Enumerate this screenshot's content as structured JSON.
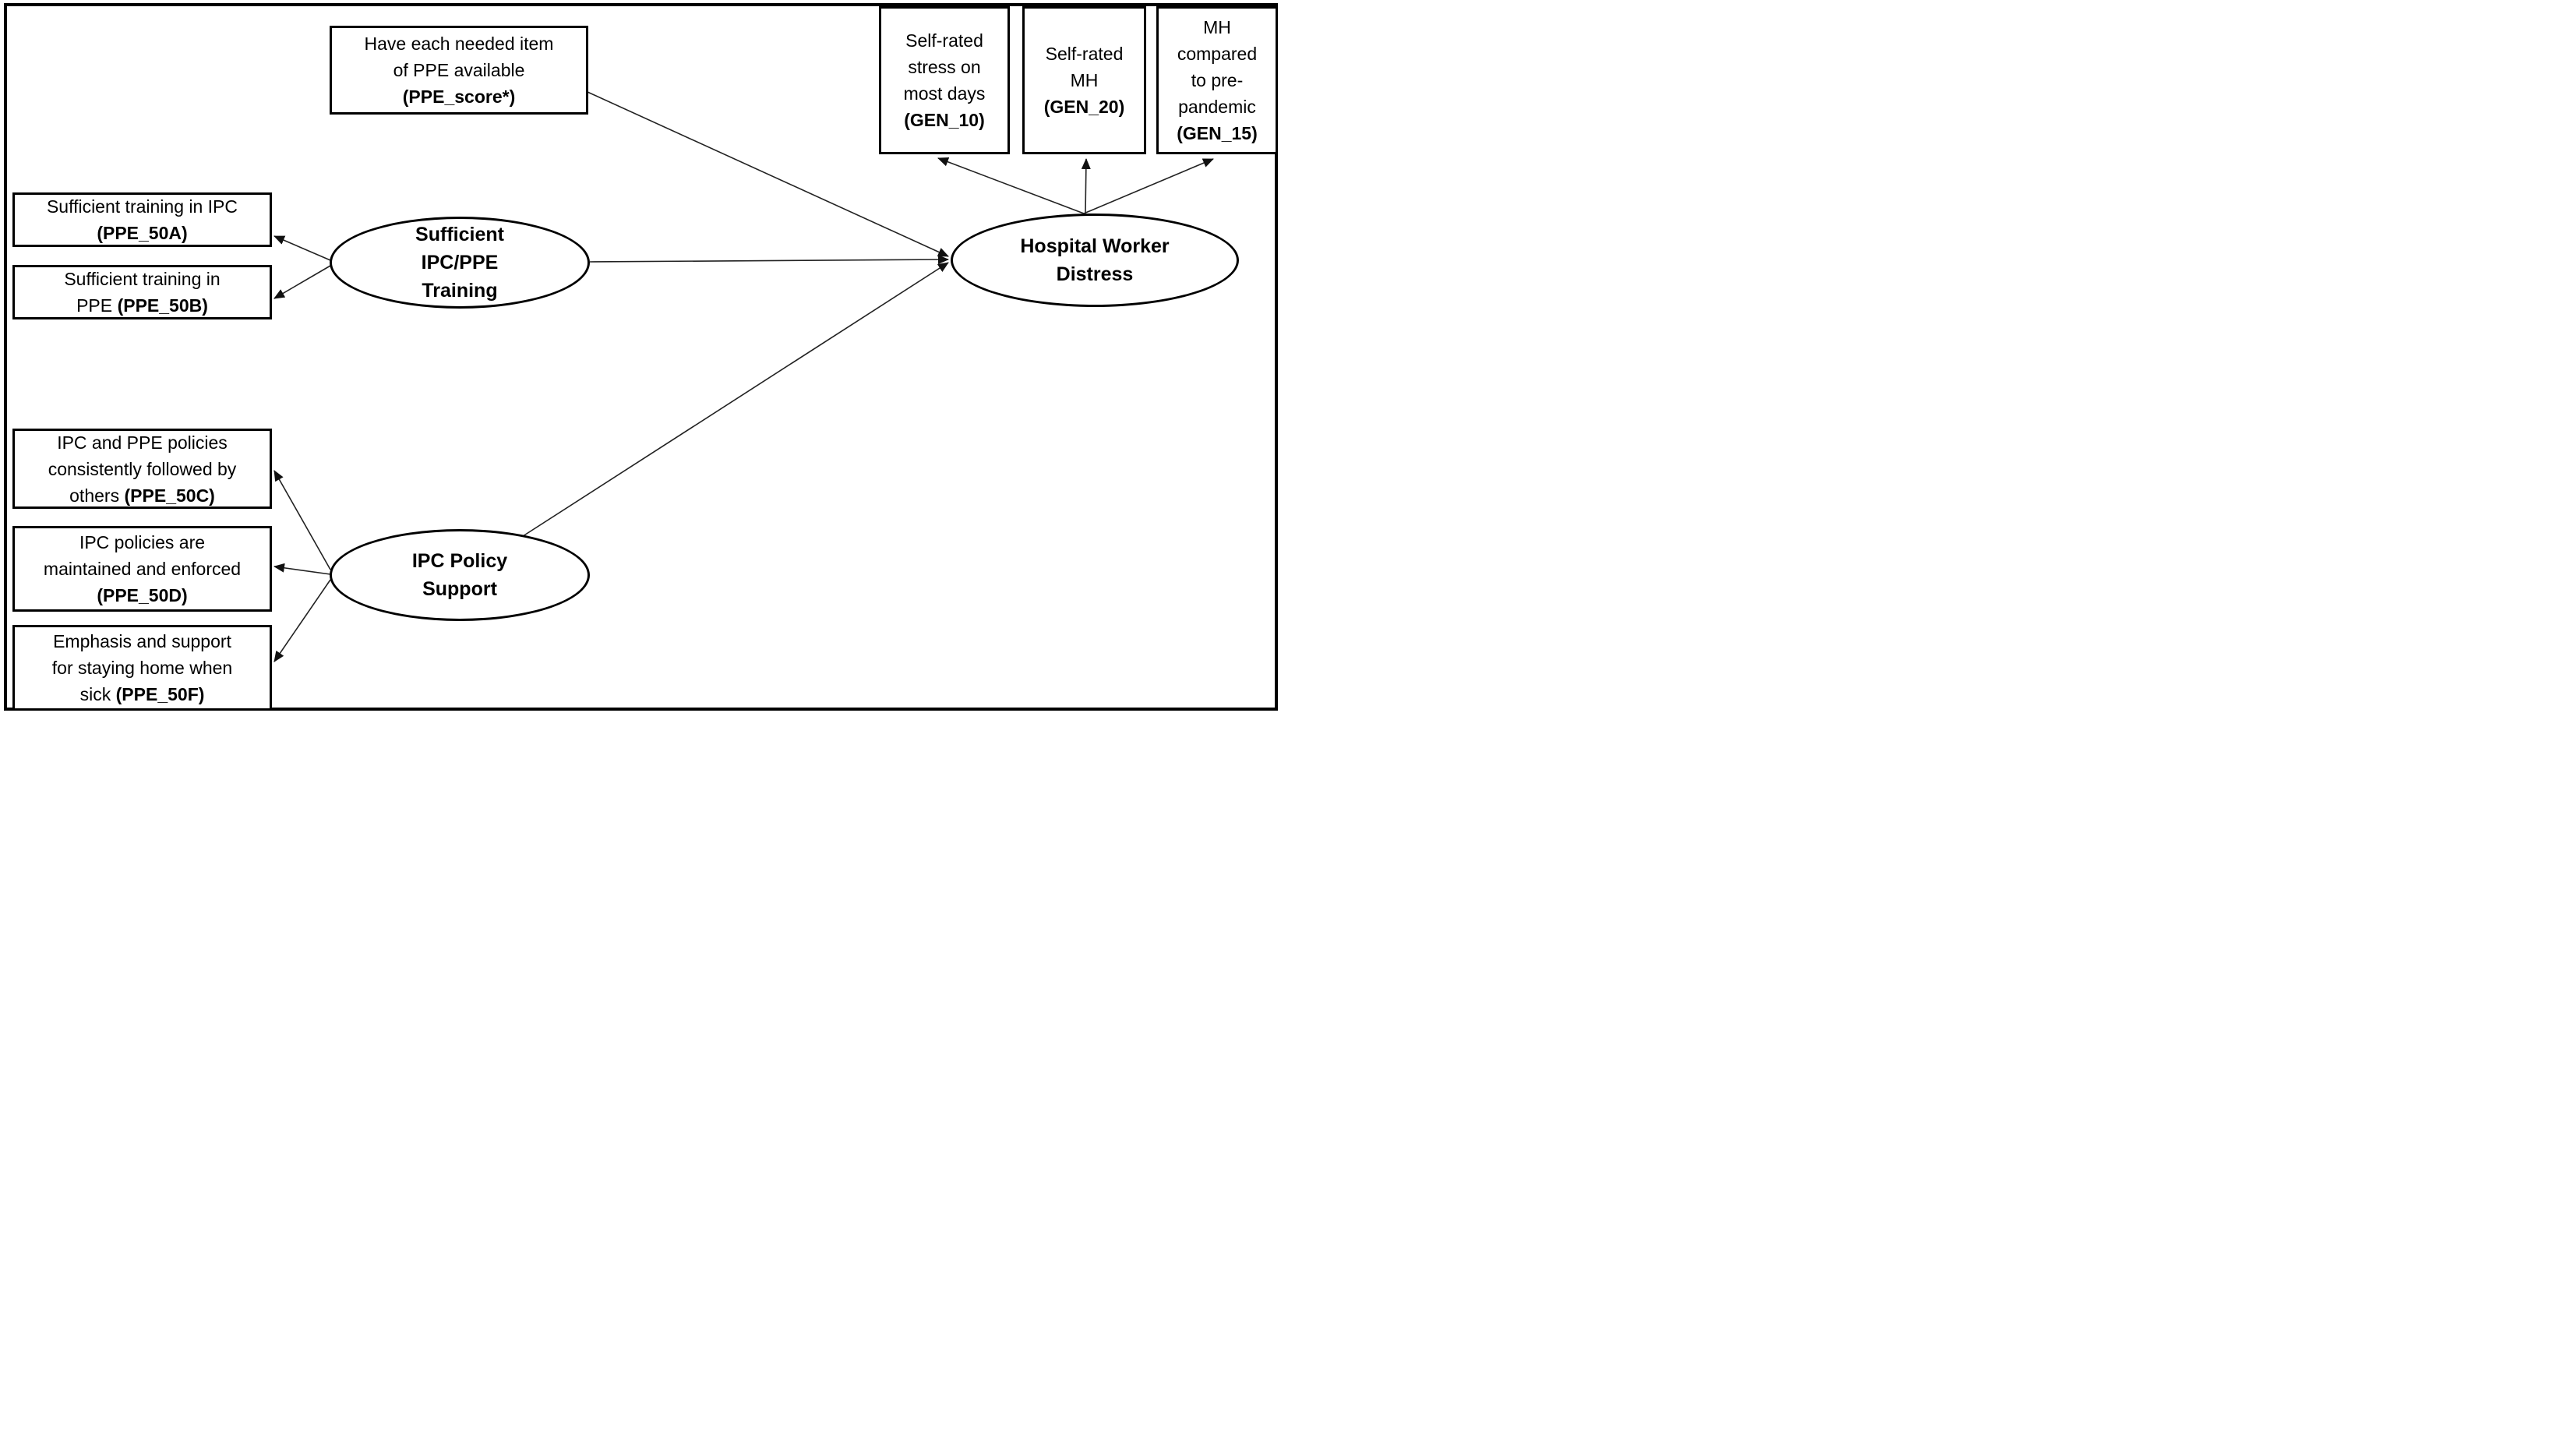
{
  "figure": {
    "type": "sem-path-diagram",
    "background": "#ffffff",
    "ink_color": "#000000",
    "connector_color": "#222222",
    "latent": [
      {
        "id": "training",
        "label": "Sufficient\nIPC/PPE\nTraining"
      },
      {
        "id": "policy",
        "label": "IPC Policy\nSupport"
      },
      {
        "id": "distress",
        "label": "Hospital Worker\nDistress"
      }
    ],
    "observed": [
      {
        "id": "ppe_score",
        "label": "Have each needed item\nof PPE available",
        "code": "(PPE_score*)"
      },
      {
        "id": "ppe_50a",
        "label": "Sufficient training in IPC",
        "code": "(PPE_50A)"
      },
      {
        "id": "ppe_50b",
        "label": "Sufficient training in\nPPE",
        "code": "(PPE_50B)"
      },
      {
        "id": "ppe_50c",
        "label": "IPC and PPE policies\nconsistently followed by\nothers",
        "code": "(PPE_50C)"
      },
      {
        "id": "ppe_50d",
        "label": "IPC policies are\nmaintained and enforced",
        "code": "(PPE_50D)"
      },
      {
        "id": "ppe_50f",
        "label": "Emphasis and support\nfor staying home when\nsick",
        "code": "(PPE_50F)"
      },
      {
        "id": "gen_10",
        "label": "Self-rated\nstress on\nmost days",
        "code": "(GEN_10)"
      },
      {
        "id": "gen_20",
        "label": "Self-rated\nMH",
        "code": "(GEN_20)"
      },
      {
        "id": "gen_15",
        "label": "MH\ncompared\nto pre-\npandemic",
        "code": "(GEN_15)"
      }
    ],
    "edges": [
      {
        "from": "training",
        "to": "ppe_50a"
      },
      {
        "from": "training",
        "to": "ppe_50b"
      },
      {
        "from": "training",
        "to": "distress"
      },
      {
        "from": "ppe_score",
        "to": "distress"
      },
      {
        "from": "policy",
        "to": "ppe_50c"
      },
      {
        "from": "policy",
        "to": "ppe_50d"
      },
      {
        "from": "policy",
        "to": "ppe_50f"
      },
      {
        "from": "policy",
        "to": "distress"
      },
      {
        "from": "distress",
        "to": "gen_10"
      },
      {
        "from": "distress",
        "to": "gen_20"
      },
      {
        "from": "distress",
        "to": "gen_15"
      }
    ]
  }
}
